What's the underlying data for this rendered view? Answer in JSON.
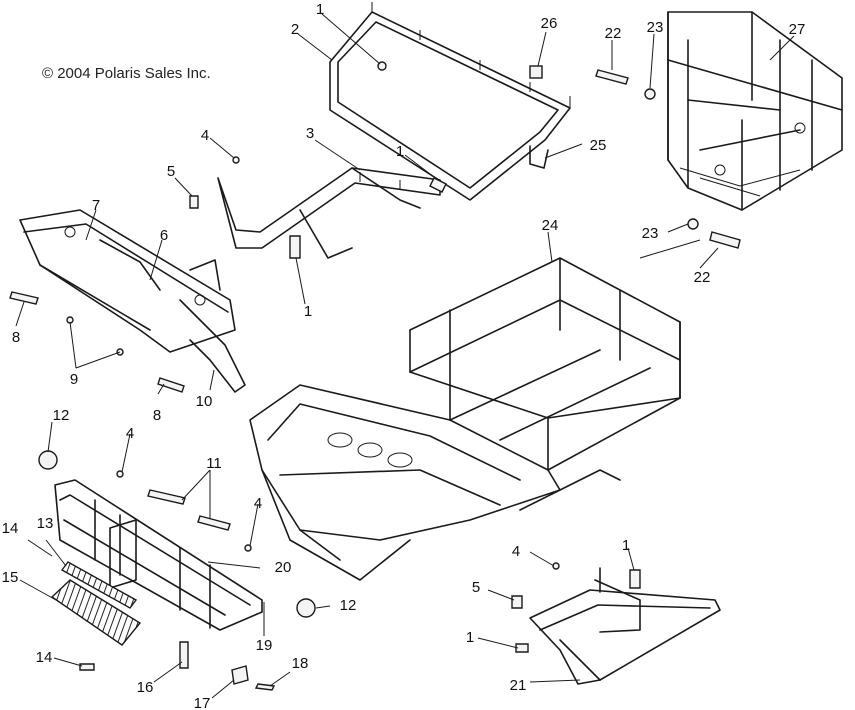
{
  "copyright": "© 2004 Polaris Sales Inc.",
  "callouts": {
    "c1a": "1",
    "c2": "2",
    "c26": "26",
    "c22a": "22",
    "c23a": "23",
    "c27": "27",
    "c3": "3",
    "c1b": "1",
    "c25": "25",
    "c4a": "4",
    "c5a": "5",
    "c7": "7",
    "c6": "6",
    "c1c": "1",
    "c23b": "23",
    "c24": "24",
    "c22b": "22",
    "c8a": "8",
    "c9": "9",
    "c8b": "8",
    "c10": "10",
    "c12a": "12",
    "c4b": "4",
    "c11": "11",
    "c4c": "4",
    "c14a": "14",
    "c13": "13",
    "c15": "15",
    "c20": "20",
    "c4d": "4",
    "c1d": "1",
    "c5b": "5",
    "c12b": "12",
    "c19": "19",
    "c1e": "1",
    "c14b": "14",
    "c16": "16",
    "c18": "18",
    "c17": "17",
    "c21": "21"
  }
}
